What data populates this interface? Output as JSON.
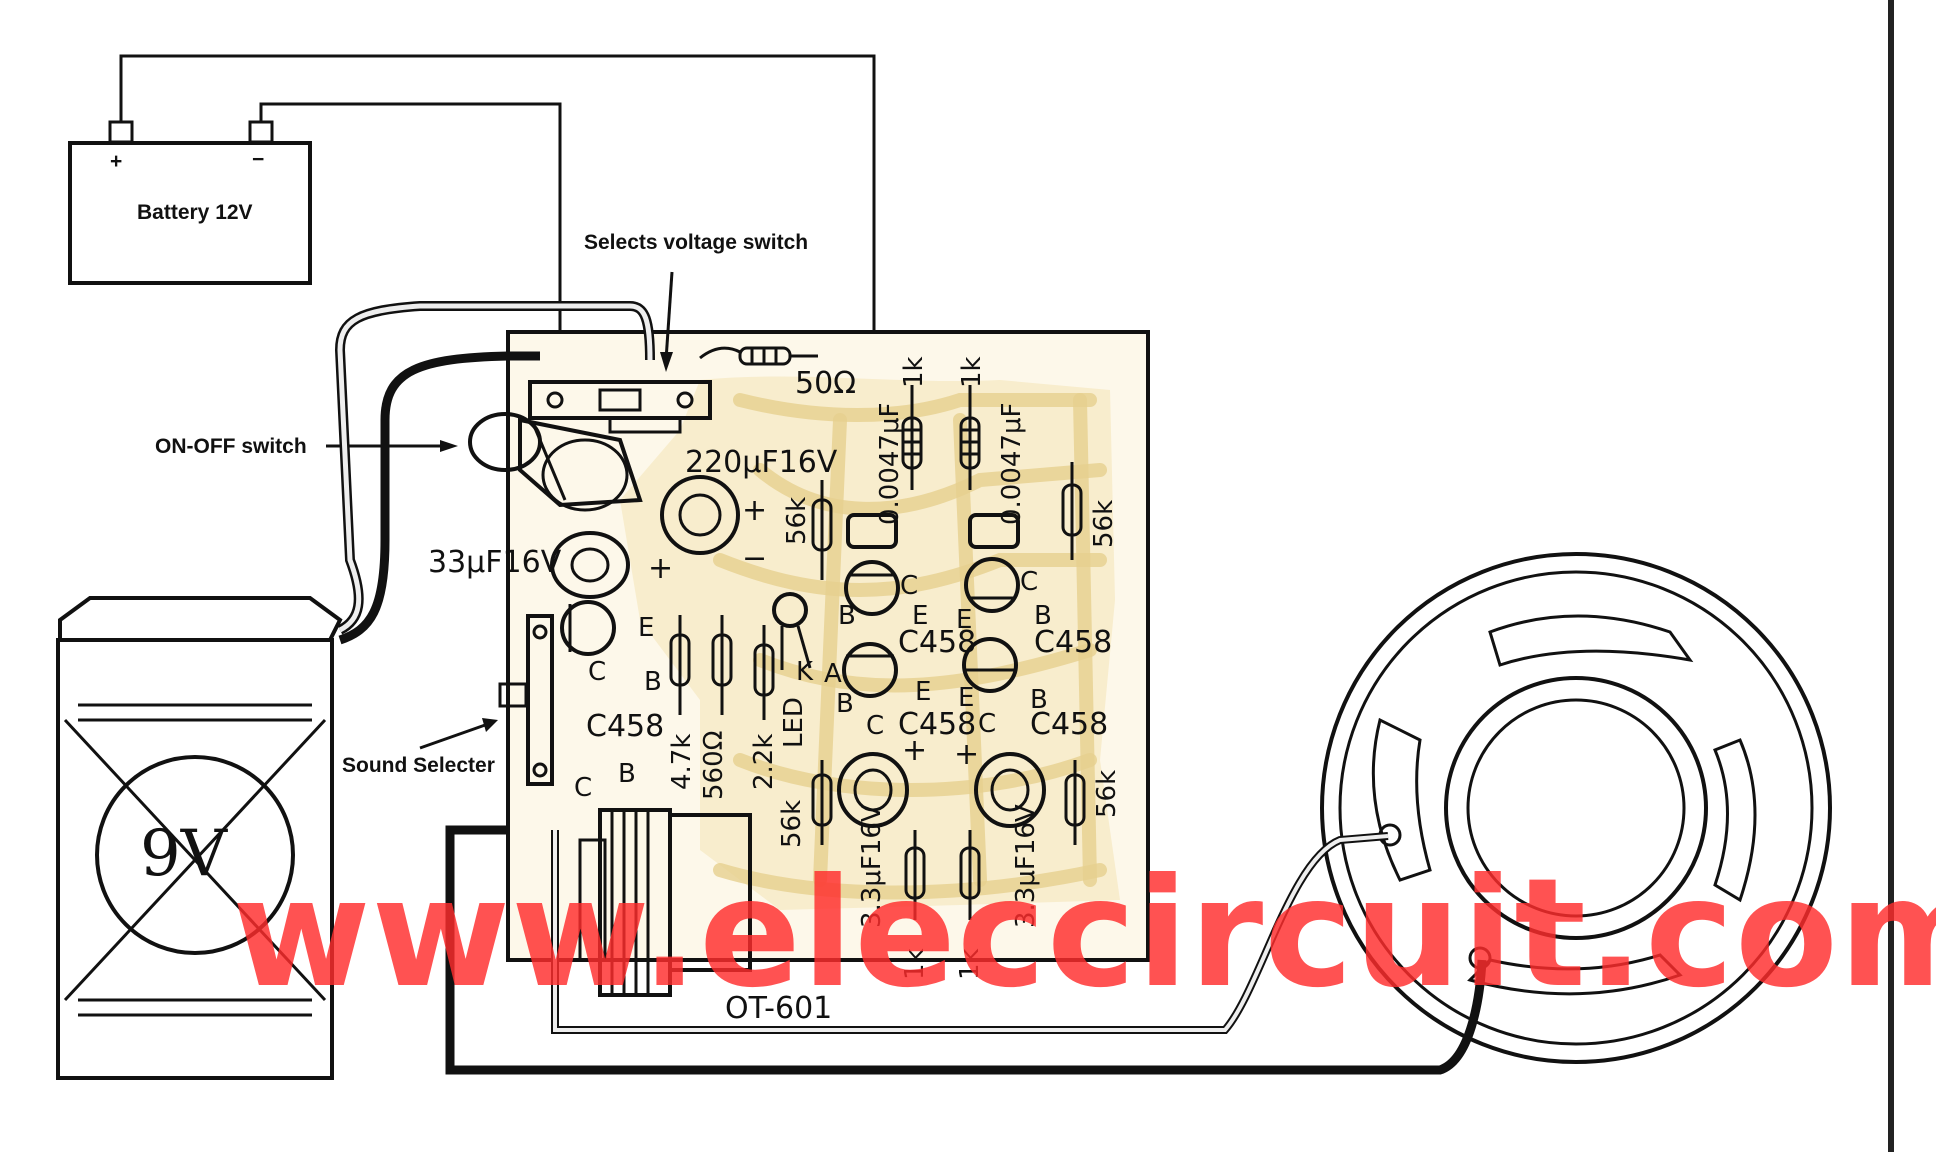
{
  "labels": {
    "battery": "Battery 12V",
    "battery_plus": "+",
    "battery_minus": "−",
    "voltage_switch": "Selects voltage switch",
    "on_off": "ON-OFF switch",
    "sound_selector": "Sound Selecter",
    "nine_volt": "9V",
    "transformer": "OT-601",
    "watermark": "www.eleccircuit.com"
  },
  "components": {
    "r50": "50Ω",
    "r1k_a": "1k",
    "r1k_b": "1k",
    "c0047_a": "0.0047μF",
    "c0047_b": "0.0047μF",
    "c220": "220μF16V",
    "c33": "33μF16V",
    "r56k_a": "56k",
    "r56k_b": "56k",
    "r56k_c": "56k",
    "r56k_d": "56k",
    "t1": "C458",
    "t2": "C458",
    "t3": "C458",
    "t4": "C458",
    "t5": "C458",
    "r47k": "4.7k",
    "r560": "560Ω",
    "r22k": "2.2k",
    "led": "LED",
    "c33u_a": "3.3μF16V",
    "c33u_b": "3.3μF16V",
    "r1k_c": "1k",
    "r1k_d": "1k",
    "plus": "+",
    "minus": "−",
    "pin_e": "E",
    "pin_b": "B",
    "pin_c": "C",
    "pin_k": "K",
    "pin_a": "A",
    "hand_c": "C",
    "hand_b": "B"
  }
}
